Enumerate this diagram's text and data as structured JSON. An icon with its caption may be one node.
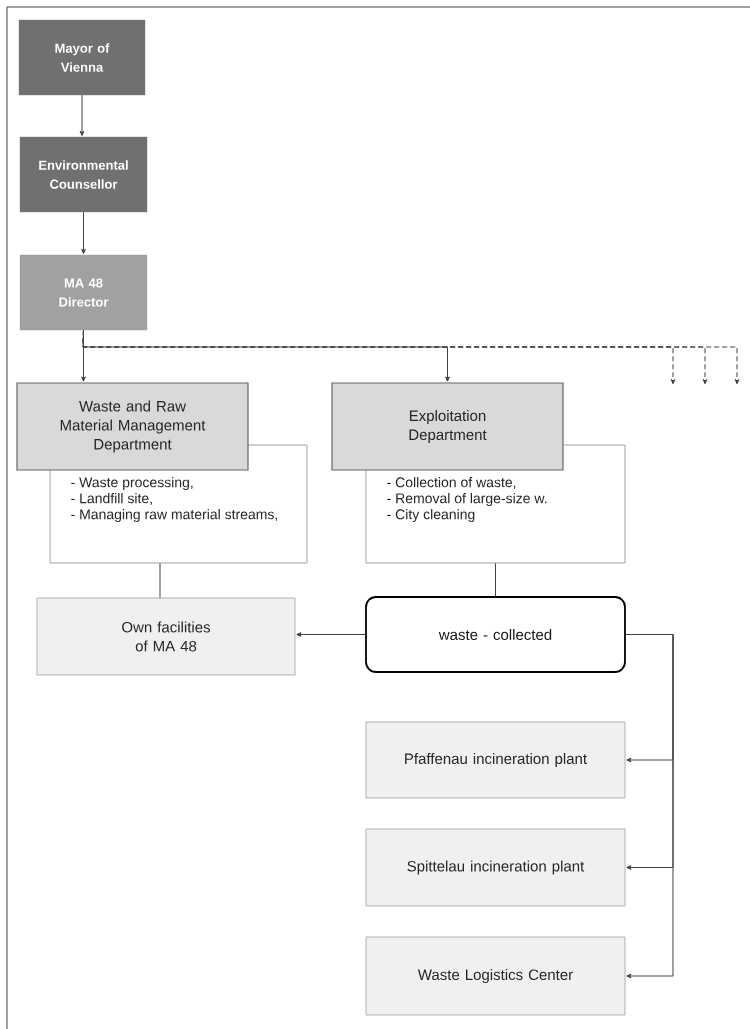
{
  "diagram": {
    "nodes": [
      {
        "text": [
          "Mayor of Vienna"
        ]
      },
      {
        "text": [
          "Environmental Counsellor"
        ]
      },
      {
        "text": [
          "MA 48 Director"
        ]
      },
      {
        "text": [
          "Waste and Raw Material Management Department"
        ]
      },
      {
        "text": [
          "- Waste processing,",
          "- Landfill site,",
          "- Managing raw material streams,"
        ]
      },
      {
        "text": [
          "Exploitation Department"
        ]
      },
      {
        "text": [
          "- Collection of waste,",
          "- Removal of large-size w.",
          "- City cleaning"
        ]
      },
      {
        "text": [
          "Own facilities of MA 48"
        ]
      },
      {
        "text": [
          "waste - collected"
        ]
      },
      {
        "text": [
          "Pfaffenau incineration plant"
        ]
      },
      {
        "text": [
          "Spittelau incineration plant"
        ]
      },
      {
        "text": [
          "Waste Logistics Center"
        ]
      }
    ],
    "edges": [
      {
        "from": 0,
        "to": 1,
        "arrow": "to"
      },
      {
        "from": 1,
        "to": 2,
        "arrow": "to"
      },
      {
        "from": 2,
        "to": 3,
        "arrow": "to"
      },
      {
        "from": 2,
        "to": 5,
        "arrow": "to"
      },
      {
        "from": 2,
        "to": null,
        "arrow": "to",
        "style": "dashed"
      },
      {
        "from": 2,
        "to": null,
        "arrow": "to",
        "style": "dashed"
      },
      {
        "from": 2,
        "to": null,
        "arrow": "to",
        "style": "dashed"
      },
      {
        "from": 4,
        "to": 7,
        "arrow": "none"
      },
      {
        "from": 6,
        "to": 8,
        "arrow": "none"
      },
      {
        "from": 8,
        "to": 7,
        "arrow": "to"
      },
      {
        "from": 8,
        "to": 9,
        "arrow": "to"
      },
      {
        "from": 8,
        "to": 10,
        "arrow": "to"
      },
      {
        "from": 8,
        "to": 11,
        "arrow": "to"
      }
    ]
  }
}
